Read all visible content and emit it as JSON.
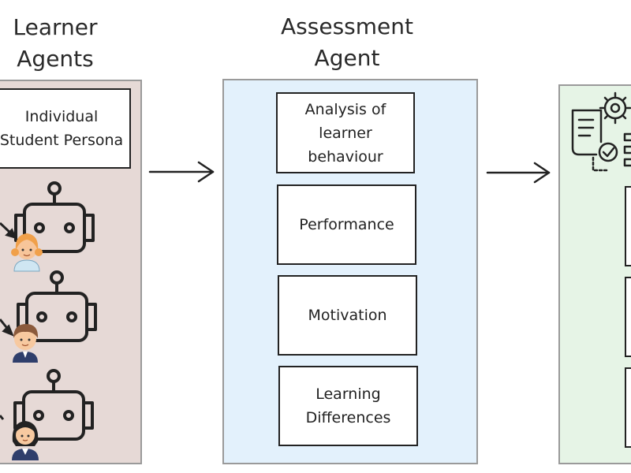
{
  "learner_column": {
    "title_line1": "Learner",
    "title_line2": "Agents",
    "persona_label": "Individual\nStudent Persona",
    "panel_color": "#e6d9d6"
  },
  "assessment_column": {
    "title_line1": "Assessment",
    "title_line2": "Agent",
    "items": [
      "Analysis of\nlearner\nbehaviour",
      "Performance",
      "Motivation",
      "Learning\nDifferences"
    ],
    "panel_color": "#e3f1fc"
  },
  "right_column": {
    "panel_color": "#e6f4e6"
  },
  "icons": [
    "robot-icon",
    "student-girl-icon",
    "student-boy-icon",
    "student-glasses-icon",
    "settings-document-icon",
    "arrow-right-icon"
  ]
}
